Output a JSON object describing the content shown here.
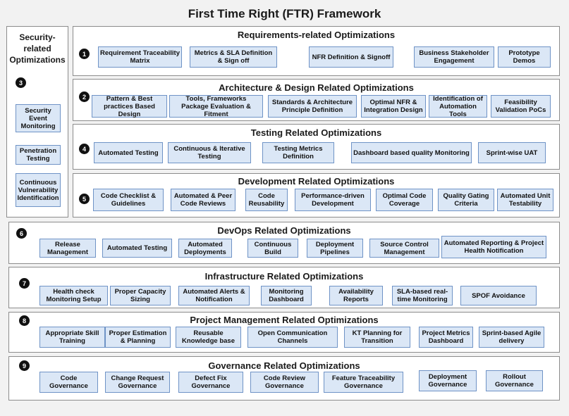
{
  "title": "First Time Right (FTR) Framework",
  "security": {
    "title": "Security-related Optimizations",
    "number": "3",
    "items": [
      "Security Event Monitoring",
      "Penetration Testing",
      "Continuous Vulnerability Identification"
    ]
  },
  "sections": [
    {
      "number": "1",
      "title": "Requirements-related Optimizations",
      "items": [
        "Requirement Traceability Matrix",
        "Metrics & SLA Definition & Sign off",
        "NFR Definition & Signoff",
        "Business Stakeholder Engagement",
        "Prototype Demos"
      ]
    },
    {
      "number": "2",
      "title": "Architecture & Design Related Optimizations",
      "items": [
        "Pattern & Best practices Based Design",
        "Tools, Frameworks Package Evaluation & Fitment",
        "Standards & Architecture Principle Definition",
        "Optimal NFR & Integration Design",
        "Identification of Automation Tools",
        "Feasibility Validation PoCs"
      ]
    },
    {
      "number": "4",
      "title": "Testing Related Optimizations",
      "items": [
        "Automated Testing",
        "Continuous & Iterative Testing",
        "Testing Metrics Definition",
        "Dashboard based quality Monitoring",
        "Sprint-wise UAT"
      ]
    },
    {
      "number": "5",
      "title": "Development Related Optimizations",
      "items": [
        "Code Checklist & Guidelines",
        "Automated & Peer Code Reviews",
        "Code Reusability",
        "Performance-driven Development",
        "Optimal Code Coverage",
        "Quality Gating Criteria",
        "Automated Unit Testability"
      ]
    },
    {
      "number": "6",
      "title": "DevOps Related Optimizations",
      "items": [
        "Release Management",
        "Automated Testing",
        "Automated Deployments",
        "Continuous Build",
        "Deployment Pipelines",
        "Source Control Management",
        "Automated Reporting & Project Health Notification"
      ]
    },
    {
      "number": "7",
      "title": "Infrastructure Related Optimizations",
      "items": [
        "Health check Monitoring Setup",
        "Proper Capacity Sizing",
        "Automated Alerts & Notification",
        "Monitoring Dashboard",
        "Availability Reports",
        "SLA-based real-time Monitoring",
        "SPOF Avoidance"
      ]
    },
    {
      "number": "8",
      "title": "Project Management Related Optimizations",
      "items": [
        "Appropriate Skill Training",
        "Proper Estimation & Planning",
        "Reusable Knowledge base",
        "Open Communication Channels",
        "KT Planning for Transition",
        "Project Metrics Dashboard",
        "Sprint-based Agile delivery"
      ]
    },
    {
      "number": "9",
      "title": "Governance Related Optimizations",
      "items": [
        "Code Governance",
        "Change Request Governance",
        "Defect Fix Governance",
        "Code Review Governance",
        "Feature Traceability Governance",
        "Deployment Governance",
        "Rollout Governance"
      ]
    }
  ]
}
